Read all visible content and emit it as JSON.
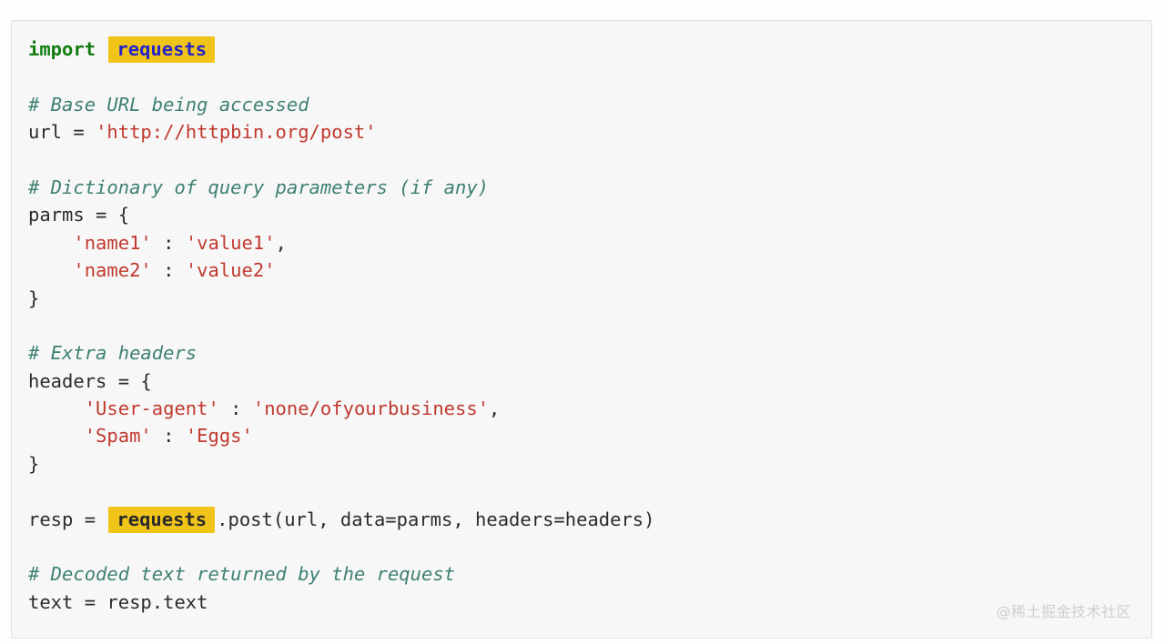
{
  "page": {
    "background_color": "#fefefe",
    "card_background_color": "#f7f7f7",
    "card_border_color": "#e2e2e2"
  },
  "theme": {
    "keyword_color": "#117d11",
    "comment_color": "#3f8074",
    "string_color": "#c0392f",
    "plain_color": "#2b2b2b",
    "highlight_background": "#f0c419",
    "highlight_text_color_import": "#2525c8",
    "highlight_text_color_call": "#2b2b2b",
    "watermark_color": "#cfcfcf"
  },
  "language": "python",
  "watermark": {
    "text": "@稀土掘金技术社区"
  },
  "code": {
    "lines": [
      {
        "id": "line-import",
        "tokens": [
          {
            "type": "keyword",
            "text": "import"
          },
          {
            "type": "plain",
            "text": " "
          },
          {
            "type": "highlight-module-import",
            "text": "requests"
          }
        ]
      },
      {
        "id": "line-blank-1",
        "tokens": []
      },
      {
        "id": "line-comment-base-url",
        "tokens": [
          {
            "type": "comment",
            "text": "# Base URL being accessed"
          }
        ]
      },
      {
        "id": "line-url-assign",
        "tokens": [
          {
            "type": "plain",
            "text": "url = "
          },
          {
            "type": "string",
            "text": "'http://httpbin.org/post'"
          }
        ]
      },
      {
        "id": "line-blank-2",
        "tokens": []
      },
      {
        "id": "line-comment-dictionary",
        "tokens": [
          {
            "type": "comment",
            "text": "# Dictionary of query parameters (if any)"
          }
        ]
      },
      {
        "id": "line-parms-open",
        "tokens": [
          {
            "type": "plain",
            "text": "parms = {"
          }
        ]
      },
      {
        "id": "line-parms-name1",
        "tokens": [
          {
            "type": "plain",
            "text": "    "
          },
          {
            "type": "string",
            "text": "'name1'"
          },
          {
            "type": "plain",
            "text": " : "
          },
          {
            "type": "string",
            "text": "'value1'"
          },
          {
            "type": "plain",
            "text": ","
          }
        ]
      },
      {
        "id": "line-parms-name2",
        "tokens": [
          {
            "type": "plain",
            "text": "    "
          },
          {
            "type": "string",
            "text": "'name2'"
          },
          {
            "type": "plain",
            "text": " : "
          },
          {
            "type": "string",
            "text": "'value2'"
          }
        ]
      },
      {
        "id": "line-parms-close",
        "tokens": [
          {
            "type": "plain",
            "text": "}"
          }
        ]
      },
      {
        "id": "line-blank-3",
        "tokens": []
      },
      {
        "id": "line-comment-extra-headers",
        "tokens": [
          {
            "type": "comment",
            "text": "# Extra headers"
          }
        ]
      },
      {
        "id": "line-headers-open",
        "tokens": [
          {
            "type": "plain",
            "text": "headers = {"
          }
        ]
      },
      {
        "id": "line-headers-user-agent",
        "tokens": [
          {
            "type": "plain",
            "text": "     "
          },
          {
            "type": "string",
            "text": "'User-agent'"
          },
          {
            "type": "plain",
            "text": " : "
          },
          {
            "type": "string",
            "text": "'none/ofyourbusiness'"
          },
          {
            "type": "plain",
            "text": ","
          }
        ]
      },
      {
        "id": "line-headers-spam",
        "tokens": [
          {
            "type": "plain",
            "text": "     "
          },
          {
            "type": "string",
            "text": "'Spam'"
          },
          {
            "type": "plain",
            "text": " : "
          },
          {
            "type": "string",
            "text": "'Eggs'"
          }
        ]
      },
      {
        "id": "line-headers-close",
        "tokens": [
          {
            "type": "plain",
            "text": "}"
          }
        ]
      },
      {
        "id": "line-blank-4",
        "tokens": []
      },
      {
        "id": "line-resp-post",
        "tokens": [
          {
            "type": "plain",
            "text": "resp = "
          },
          {
            "type": "highlight-module-call",
            "text": "requests"
          },
          {
            "type": "plain",
            "text": ".post(url, data=parms, headers=headers)"
          }
        ]
      },
      {
        "id": "line-blank-5",
        "tokens": []
      },
      {
        "id": "line-comment-decoded-text",
        "tokens": [
          {
            "type": "comment",
            "text": "# Decoded text returned by the request"
          }
        ]
      },
      {
        "id": "line-text-assign",
        "tokens": [
          {
            "type": "plain",
            "text": "text = resp.text"
          }
        ]
      }
    ]
  }
}
